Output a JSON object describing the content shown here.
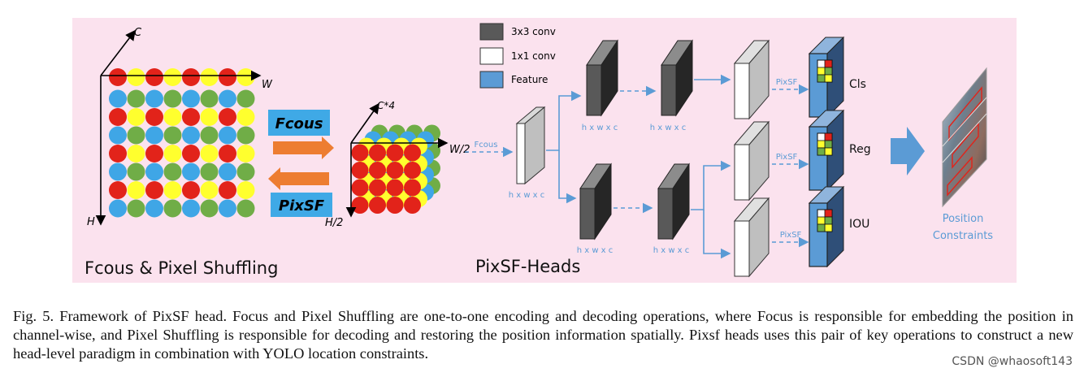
{
  "figure": {
    "colors": {
      "background": "#fbe2ee",
      "red": "#e2231a",
      "yellow": "#ffff2e",
      "green": "#70ad47",
      "blue": "#3fa6e6",
      "conv3x3": "#595959",
      "conv1x1": "#ffffff",
      "feature": "#5b9bd5",
      "arrow": "#5b9bd5",
      "op_arrow": "#ed7d31",
      "op_label_bg": "#3fa9e6"
    },
    "left": {
      "axis_c": "C",
      "axis_w": "W",
      "axis_h": "H",
      "op_focus": "Fcous",
      "op_pixsf": "PixSF",
      "axis_c4": "C*4",
      "axis_w2": "W/2",
      "axis_h2": "H/2",
      "title": "Fcous &  Pixel Shuffling"
    },
    "legend": [
      {
        "label": "3x3 conv",
        "color_key": "conv3x3"
      },
      {
        "label": "1x1 conv",
        "color_key": "conv1x1"
      },
      {
        "label": "Feature",
        "color_key": "feature"
      }
    ],
    "heads": {
      "title": "PixSF-Heads",
      "focus_label": "Fcous",
      "dim_label": "h x w x c",
      "pixsf_label": "PixSF",
      "outputs": [
        "Cls",
        "Reg",
        "IOU"
      ],
      "result_label": "Position Constraints"
    }
  },
  "caption": "Fig. 5.  Framework of PixSF head. Focus and Pixel Shuffling are one-to-one encoding and decoding operations, where Focus is responsible for embedding the position in channel-wise, and Pixel Shuffling is responsible for decoding and restoring the position information spatially. Pixsf heads uses this pair of key operations to construct a new head-level paradigm in combination with YOLO location constraints.",
  "watermark": "CSDN @whaosoft143"
}
